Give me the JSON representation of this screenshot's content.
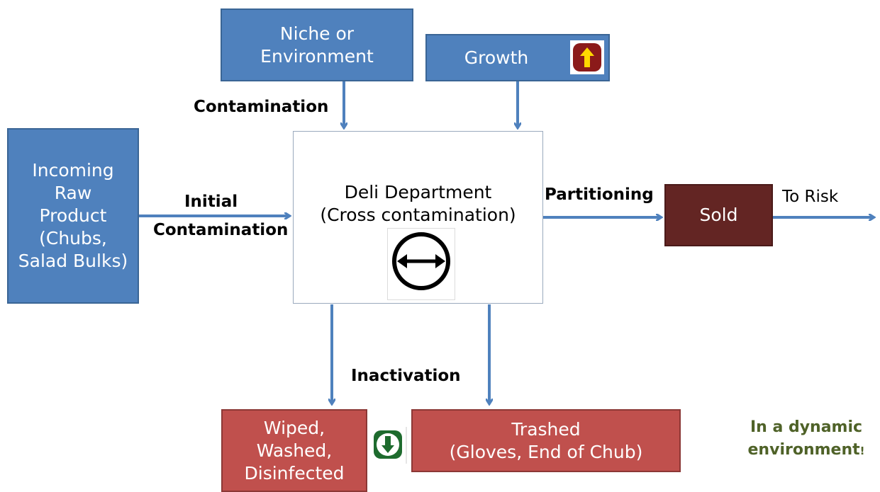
{
  "boxes": {
    "niche": "Niche or\nEnvironment",
    "growth": "Growth",
    "incoming": "Incoming\nRaw\nProduct\n(Chubs,\nSalad Bulks)",
    "deli": "Deli Department\n(Cross contamination)",
    "sold": "Sold",
    "wiped": "Wiped,\nWashed,\nDisinfected",
    "trashed": "Trashed\n(Gloves, End of Chub)"
  },
  "labels": {
    "contamination": "Contamination",
    "initial_line1": "Initial",
    "initial_line2": "Contamination",
    "partitioning": "Partitioning",
    "to_risk": "To Risk",
    "inactivation": "Inactivation"
  },
  "note": {
    "line1": "In a dynamic",
    "line2": "environment",
    "mark": "!"
  },
  "icons": {
    "growth": "up-arrow-icon",
    "cross": "double-arrow-icon",
    "inactivation": "down-arrow-icon"
  },
  "colors": {
    "blue_box": "#4f81bd",
    "red_box": "#c0504d",
    "sold_box": "#632523",
    "arrow": "#4f81bd",
    "note_text": "#4f6228",
    "growth_icon": "#8b1a1a",
    "growth_arrow": "#ffd700",
    "inactivation_icon": "#1e6b2e"
  }
}
